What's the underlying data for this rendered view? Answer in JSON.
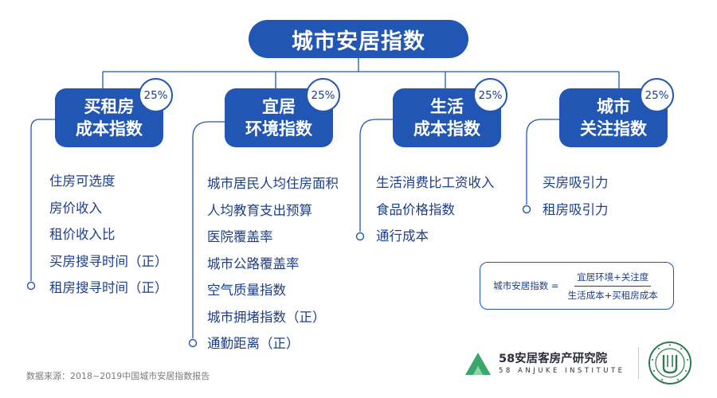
{
  "title": "城市安居指数",
  "categories": [
    {
      "label": "买租房\n成本指数",
      "weight": "25%",
      "indicators": [
        "住房可选度",
        "房价收入",
        "租价收入比",
        "买房搜寻时间（正）",
        "租房搜寻时间（正）"
      ]
    },
    {
      "label": "宜居\n环境指数",
      "weight": "25%",
      "indicators": [
        "城市居民人均住房面积",
        "人均教育支出预算",
        "医院覆盖率",
        "城市公路覆盖率",
        "空气质量指数",
        "城市拥堵指数（正）",
        "通勤距离（正）"
      ]
    },
    {
      "label": "生活\n成本指数",
      "weight": "25%",
      "indicators": [
        "生活消费比工资收入",
        "食品价格指数",
        "通行成本"
      ]
    },
    {
      "label": "城市\n关注指数",
      "weight": "25%",
      "indicators": [
        "买房吸引力",
        "租房吸引力"
      ]
    }
  ],
  "formula": {
    "lhs": "城市安居指数 =",
    "numerator": "宜居环境+关注度",
    "denominator": "生活成本+买租房成本"
  },
  "source": "数据来源：2018~2019中国城市安居指数报告",
  "brand": {
    "name": "58安居客房产研究院",
    "sub": "58 ANJUKE INSTITUTE",
    "logo_colors": [
      "#3aa86b",
      "#8fd3a8"
    ]
  },
  "colors": {
    "primary": "#2156b4",
    "text": "#1b3f8a"
  }
}
